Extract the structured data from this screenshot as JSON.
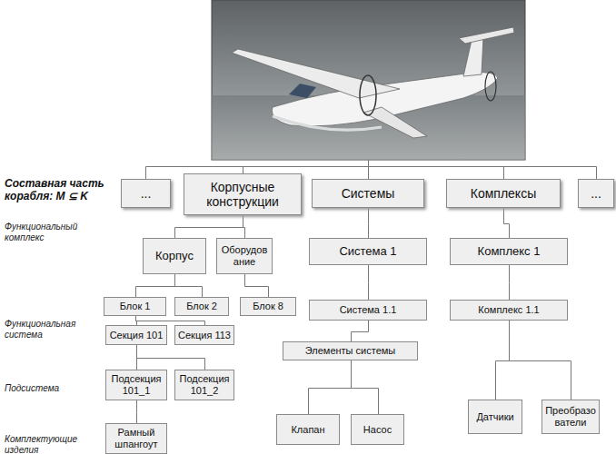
{
  "diagram": {
    "nodes": [
      {
        "text": [
          "..."
        ]
      },
      {
        "text": [
          "Корпусные конструкции"
        ]
      },
      {
        "text": [
          "Системы"
        ]
      },
      {
        "text": [
          "Комплексы"
        ]
      },
      {
        "text": [
          "..."
        ]
      },
      {
        "text": [
          "Корпус"
        ]
      },
      {
        "text": [
          "Оборудование"
        ]
      },
      {
        "text": [
          "Система 1"
        ]
      },
      {
        "text": [
          "Комплекс 1"
        ]
      },
      {
        "text": [
          "Блок 1"
        ]
      },
      {
        "text": [
          "Блок 2"
        ]
      },
      {
        "text": [
          "Блок 8"
        ]
      },
      {
        "text": [
          "Система 1.1"
        ]
      },
      {
        "text": [
          "Комплекс 1.1"
        ]
      },
      {
        "text": [
          "Секция 101"
        ]
      },
      {
        "text": [
          "Секция 113"
        ]
      },
      {
        "text": [
          "Элементы системы"
        ]
      },
      {
        "text": [
          "Подсекция 101_1"
        ]
      },
      {
        "text": [
          "Подсекция 101_2"
        ]
      },
      {
        "text": [
          "Датчики"
        ]
      },
      {
        "text": [
          "Преобразователи"
        ]
      },
      {
        "text": [
          "Рамный шпангоут"
        ]
      },
      {
        "text": [
          "Клапан"
        ]
      },
      {
        "text": [
          "Насос"
        ]
      }
    ],
    "edges": [
      {
        "from": 1,
        "to": 5,
        "arrow": "none"
      },
      {
        "from": 1,
        "to": 6,
        "arrow": "none"
      },
      {
        "from": 2,
        "to": 7,
        "arrow": "none"
      },
      {
        "from": 3,
        "to": 8,
        "arrow": "none"
      },
      {
        "from": 5,
        "to": 9,
        "arrow": "none"
      },
      {
        "from": 5,
        "to": 10,
        "arrow": "none"
      },
      {
        "from": 6,
        "to": 11,
        "arrow": "none"
      },
      {
        "from": 7,
        "to": 12,
        "arrow": "none"
      },
      {
        "from": 8,
        "to": 13,
        "arrow": "none"
      },
      {
        "from": 9,
        "to": 14,
        "arrow": "none"
      },
      {
        "from": 9,
        "to": 15,
        "arrow": "none"
      },
      {
        "from": 12,
        "to": 16,
        "arrow": "none"
      },
      {
        "from": 13,
        "to": 19,
        "arrow": "none"
      },
      {
        "from": 13,
        "to": 20,
        "arrow": "none"
      },
      {
        "from": 14,
        "to": 17,
        "arrow": "none"
      },
      {
        "from": 14,
        "to": 18,
        "arrow": "none"
      },
      {
        "from": 17,
        "to": 21,
        "arrow": "none"
      },
      {
        "from": 16,
        "to": 22,
        "arrow": "none"
      },
      {
        "from": 16,
        "to": 23,
        "arrow": "none"
      }
    ],
    "labels": [
      "Составная часть корабля: M ⊆ K",
      "Функциональный комплекс",
      "Функциональная система",
      "Подсистема",
      "Комплектующие изделия"
    ]
  }
}
